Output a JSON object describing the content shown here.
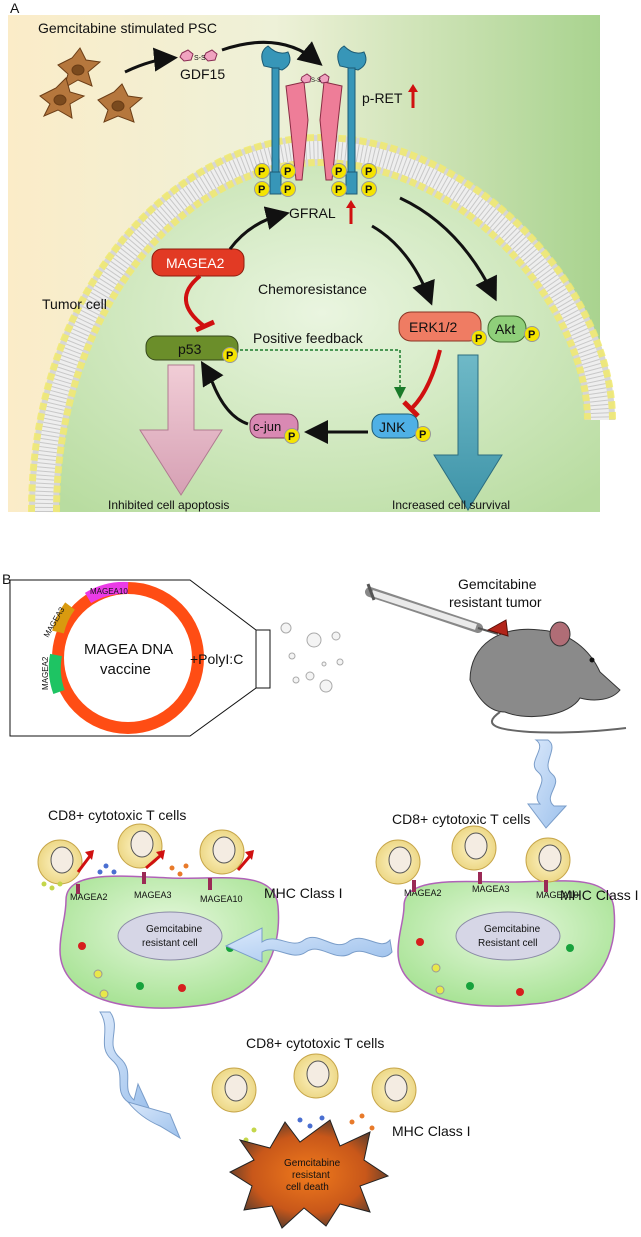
{
  "panel_a": {
    "letter": "A",
    "psc_title": "Gemcitabine stimulated PSC",
    "gdf15": "GDF15",
    "ss_bond": "S-S",
    "p_ret": "p-RET",
    "gfral": "GFRAL",
    "magea2": "MAGEA2",
    "tumor_cell": "Tumor cell",
    "chemoresistance": "Chemoresistance",
    "erk": "ERK1/2",
    "akt": "Akt",
    "p53": "p53",
    "positive_feedback": "Positive feedback",
    "cjun": "c-jun",
    "jnk": "JNK",
    "phospho": "P",
    "apoptosis": "Inhibited cell apoptosis",
    "survival": "Increased cell survival"
  },
  "panel_b": {
    "letter": "B",
    "plasmid_genes": [
      "MAGEA10",
      "MAGEA3",
      "MAGEA2"
    ],
    "vaccine_line1": "MAGEA DNA",
    "vaccine_line2": "vaccine",
    "adjuvant": "+PolyI:C",
    "tumor_line1": "Gemcitabine",
    "tumor_line2": "resistant tumor",
    "tcells": "CD8+ cytotoxic T cells",
    "mhc": "MHC Class I",
    "antigens": [
      "MAGEA2",
      "MAGEA3",
      "MAGEA10"
    ],
    "cell_left_1": "Gemcitabine",
    "cell_left_2": "resistant cell",
    "cell_right_1": "Gemcitabine",
    "cell_right_2": "Resistant cell",
    "death_1": "Gemcitabine",
    "death_2": "resistant",
    "death_3": "cell death"
  },
  "colors": {
    "gfral": "#e8758f",
    "ret": "#2f8bb0",
    "magea2": "#e23a24",
    "p53": "#6b8e2a",
    "erk": "#ef7c63",
    "jnk": "#4fb0e5",
    "cjun": "#d989b3",
    "phospho": "#f5e400",
    "plasmid": "#ff4d14",
    "cytoplasm": "#d5edc6"
  }
}
